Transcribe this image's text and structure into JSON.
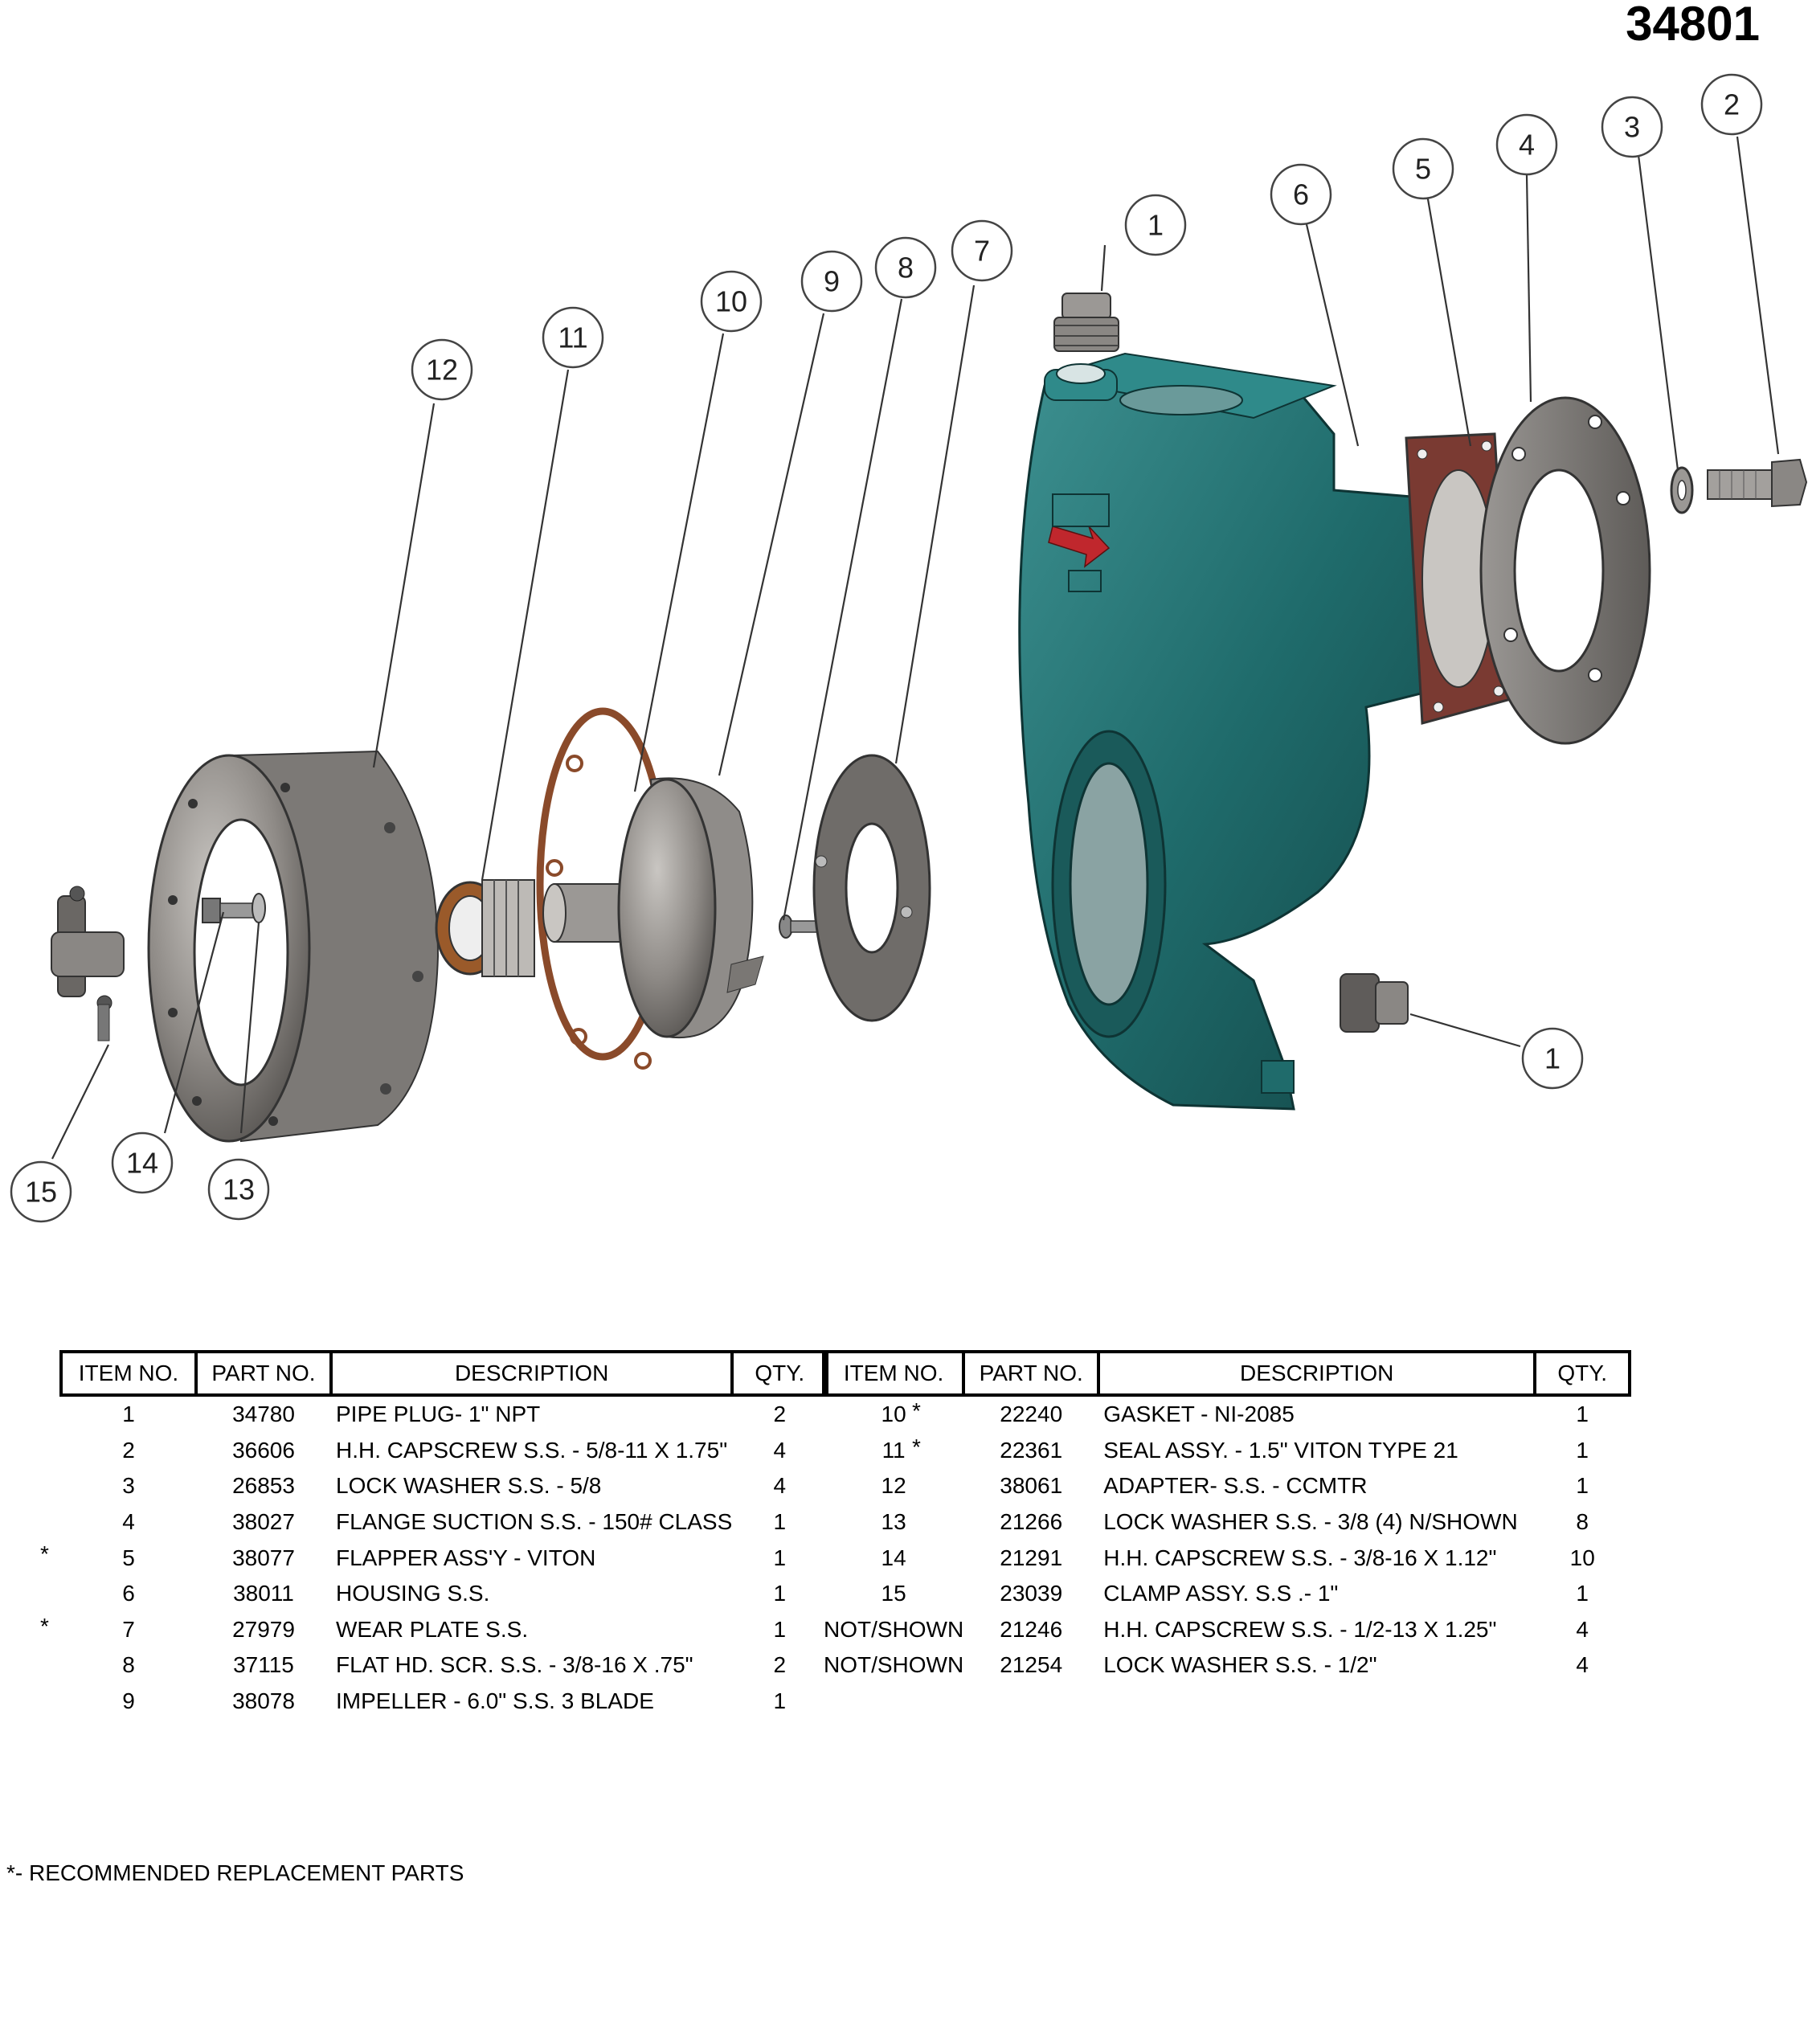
{
  "document_number": "34801",
  "callouts": [
    "1",
    "2",
    "3",
    "4",
    "5",
    "6",
    "7",
    "8",
    "9",
    "10",
    "11",
    "12",
    "13",
    "14",
    "15",
    "1"
  ],
  "table_headers": {
    "item": "ITEM NO.",
    "part": "PART NO.",
    "description": "DESCRIPTION",
    "qty": "QTY."
  },
  "bom_left": [
    {
      "star": "",
      "item": "1",
      "part": "34780",
      "description": "PIPE PLUG- 1\" NPT",
      "qty": "2"
    },
    {
      "star": "",
      "item": "2",
      "part": "36606",
      "description": "H.H. CAPSCREW S.S. - 5/8-11 X 1.75\"",
      "qty": "4"
    },
    {
      "star": "",
      "item": "3",
      "part": "26853",
      "description": "LOCK WASHER S.S. - 5/8",
      "qty": "4"
    },
    {
      "star": "",
      "item": "4",
      "part": "38027",
      "description": "FLANGE SUCTION S.S. - 150# CLASS",
      "qty": "1"
    },
    {
      "star": "*",
      "item": "5",
      "part": "38077",
      "description": "FLAPPER ASS'Y - VITON",
      "qty": "1"
    },
    {
      "star": "",
      "item": "6",
      "part": "38011",
      "description": "HOUSING S.S.",
      "qty": "1"
    },
    {
      "star": "*",
      "item": "7",
      "part": "27979",
      "description": "WEAR PLATE S.S.",
      "qty": "1"
    },
    {
      "star": "",
      "item": "8",
      "part": "37115",
      "description": "FLAT HD. SCR.  S.S. - 3/8-16 X .75\"",
      "qty": "2"
    },
    {
      "star": "",
      "item": "9",
      "part": "38078",
      "description": "IMPELLER - 6.0\" S.S. 3 BLADE",
      "qty": "1"
    }
  ],
  "bom_right": [
    {
      "star": "*",
      "item": "10",
      "part": "22240",
      "description": "GASKET - NI-2085",
      "qty": "1"
    },
    {
      "star": "*",
      "item": "11",
      "part": "22361",
      "description": "SEAL ASSY. - 1.5\" VITON TYPE 21",
      "qty": "1"
    },
    {
      "star": "",
      "item": "12",
      "part": "38061",
      "description": "ADAPTER- S.S. - CCMTR",
      "qty": "1"
    },
    {
      "star": "",
      "item": "13",
      "part": "21266",
      "description": "LOCK WASHER S.S. - 3/8  (4) N/SHOWN",
      "qty": "8"
    },
    {
      "star": "",
      "item": "14",
      "part": "21291",
      "description": "H.H. CAPSCREW S.S. - 3/8-16 X 1.12\"",
      "qty": "10"
    },
    {
      "star": "",
      "item": "15",
      "part": "23039",
      "description": "CLAMP ASSY. S.S .- 1\"",
      "qty": "1"
    },
    {
      "star": "",
      "item": "NOT/SHOWN",
      "part": "21246",
      "description": "H.H. CAPSCREW S.S. -  1/2-13 X 1.25\"",
      "qty": "4"
    },
    {
      "star": "",
      "item": "NOT/SHOWN",
      "part": "21254",
      "description": "LOCK WASHER S.S. - 1/2\"",
      "qty": "4"
    }
  ],
  "footnote": "*- RECOMMENDED REPLACEMENT PARTS",
  "colors": {
    "housing": "#1f6b6b",
    "housing_highlight": "#2f8a8a",
    "metal_gray": "#8a8784",
    "metal_dark": "#5f5c5a",
    "gasket_brown": "#8a4a2a",
    "flapper_red": "#7a3a32",
    "arrow_red": "#c0272d"
  }
}
